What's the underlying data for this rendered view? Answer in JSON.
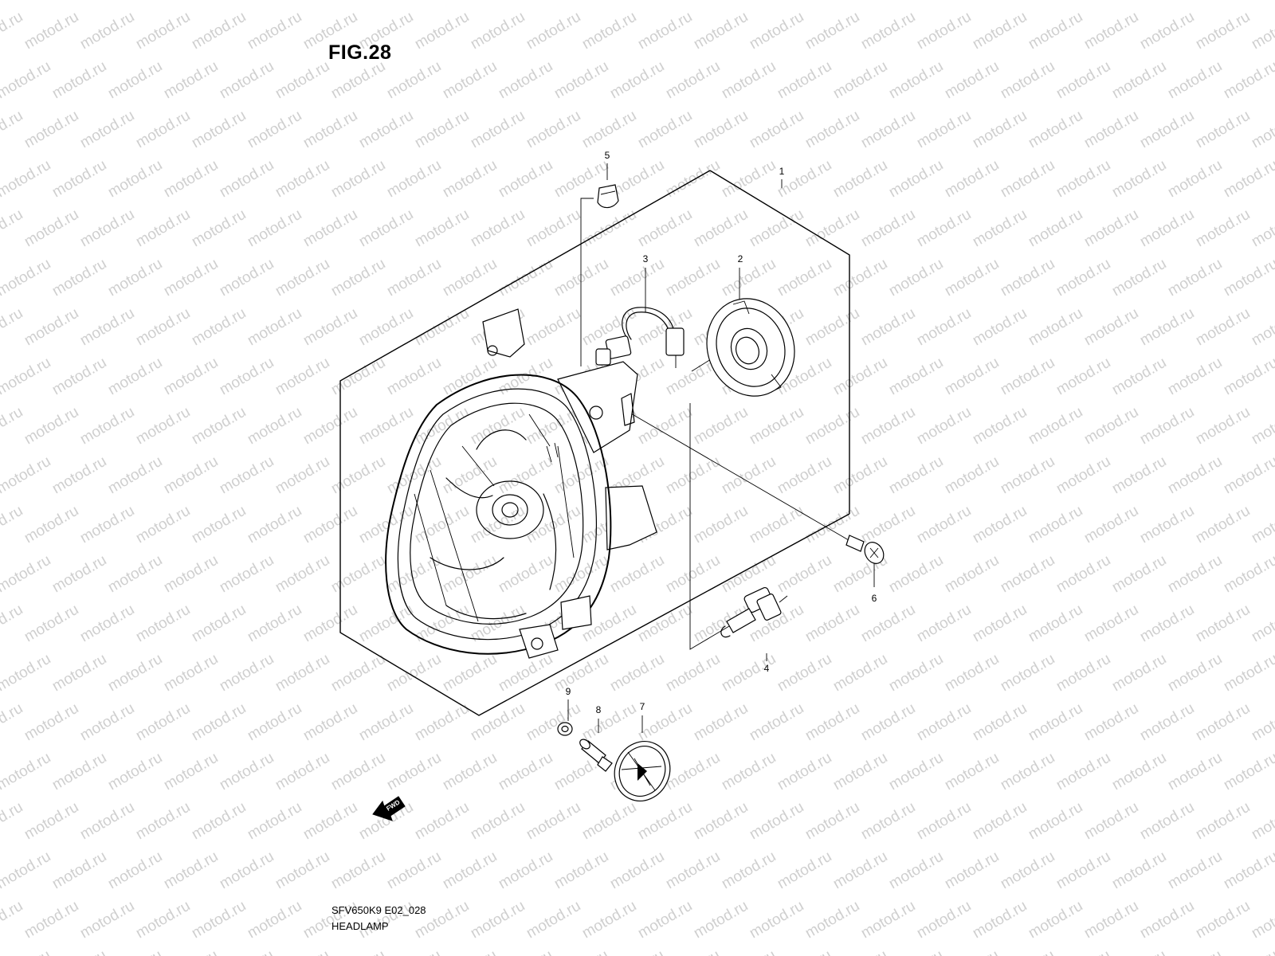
{
  "figure": {
    "title": "FIG.28",
    "drawing_code": "SFV650K9 E02_028",
    "drawing_name": "HEADLAMP",
    "watermark": "motod.ru",
    "direction_label": "FWD"
  },
  "callouts": [
    {
      "number": "1",
      "part": "headlamp-assembly"
    },
    {
      "number": "2",
      "part": "socket-cover"
    },
    {
      "number": "3",
      "part": "position-lamp-socket"
    },
    {
      "number": "4",
      "part": "headlamp-bulb"
    },
    {
      "number": "5",
      "part": "position-bulb"
    },
    {
      "number": "6",
      "part": "screw"
    },
    {
      "number": "7",
      "part": "headlamp-cover"
    },
    {
      "number": "8",
      "part": "collar"
    },
    {
      "number": "9",
      "part": "washer"
    }
  ],
  "colors": {
    "line": "#000000",
    "background": "#ffffff",
    "watermark": "#cfcfcf"
  }
}
